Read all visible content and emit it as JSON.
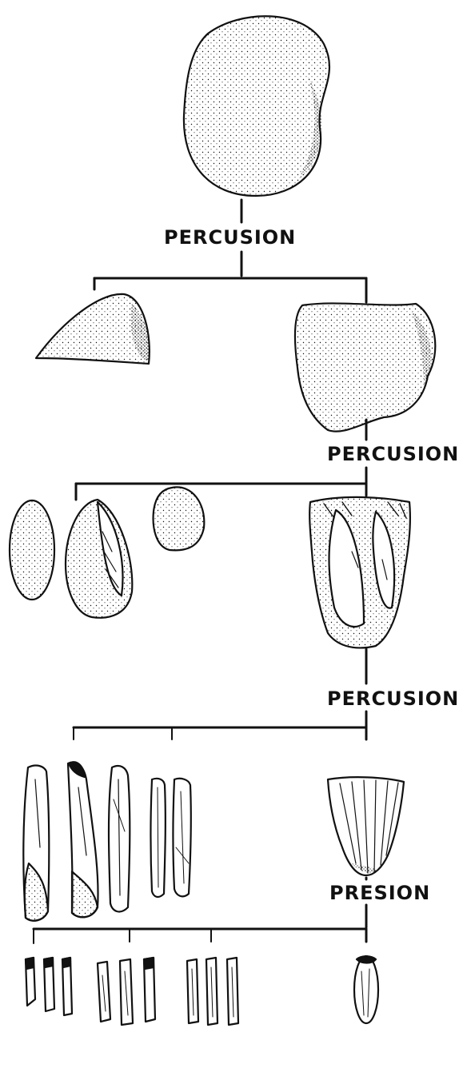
{
  "stages": [
    {
      "label": "PERCUSION"
    },
    {
      "label": "PERCUSION"
    },
    {
      "label": "PERCUSION"
    },
    {
      "label": "PRESION"
    }
  ],
  "colors": {
    "ink": "#111111",
    "background": "#ffffff"
  }
}
